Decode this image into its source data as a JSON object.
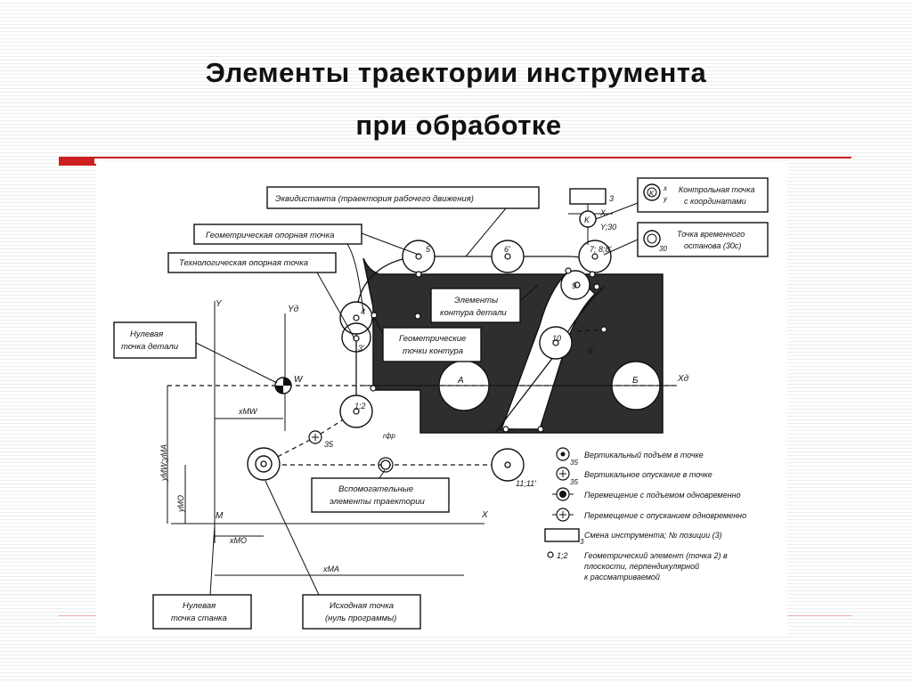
{
  "title": {
    "line1": "Элементы траектории инструмента",
    "line2": "при обработке"
  },
  "diagram": {
    "labels": {
      "equidistant": "Эквидистанта (траектория рабочего движения)",
      "geom_ref_point": "Геометрическая опорная точка",
      "tech_ref_point": "Технологическая опорная точка",
      "part_zero": [
        "Нулевая",
        "точка детали"
      ],
      "contour_elements": [
        "Элементы",
        "контура детали"
      ],
      "contour_points": [
        "Геометрические",
        "точки контура"
      ],
      "aux_elements": [
        "Вспомогательные",
        "элементы траектории"
      ],
      "machine_zero": [
        "Нулевая",
        "точка станка"
      ],
      "start_point": [
        "Исходная точка",
        "(нуль программы)"
      ],
      "control_point": [
        "Контрольная точка",
        "с координатами"
      ],
      "dwell_point": [
        "Точка временного",
        "останова (30с)"
      ]
    },
    "axes": {
      "y": "Y",
      "yd": "Yд",
      "x": "X",
      "xd": "Xд",
      "w": "W",
      "m": "M",
      "xmw": "xMW",
      "xmo": "xMO",
      "xma": "xMA",
      "ymw_yma": "yMW;yMA",
      "ymo": "yMO",
      "rfr": "rфр"
    },
    "point_labels": {
      "p4": "4",
      "p3": "3'",
      "p12": "1;2",
      "p5": "5",
      "p6": "6'",
      "p78": "7; 8;8'",
      "p9": "9",
      "p10": "10",
      "p9b": "9'",
      "p1111": "11;11'",
      "pA": "А",
      "pB": "Б",
      "p35": "35",
      "box3": "3",
      "k": "K",
      "kx": "x",
      "ky": "y",
      "xy30": "Y;30",
      "xtop": "X",
      "n30": "30"
    }
  },
  "legend": {
    "items": [
      {
        "sym": "35",
        "text": "Вертикальный подъем в точке"
      },
      {
        "sym": "35",
        "text": "Вертикальное опускание в точке"
      },
      {
        "sym": "",
        "text": "Перемещение с подъемом одновременно"
      },
      {
        "sym": "",
        "text": "Перемещение с опусканием одновременно"
      },
      {
        "sym": "3",
        "text": "Смена инструмента; № позиции (3)"
      },
      {
        "sym": "1;2",
        "text": "Геометрический элемент (точка 2) в"
      },
      {
        "sym": "",
        "text": "плоскости, перпендикулярной"
      },
      {
        "sym": "",
        "text": "к рассматриваемой"
      }
    ]
  },
  "colors": {
    "accent_red": "#cc1f1f",
    "part_fill": "#2e2e2e"
  }
}
